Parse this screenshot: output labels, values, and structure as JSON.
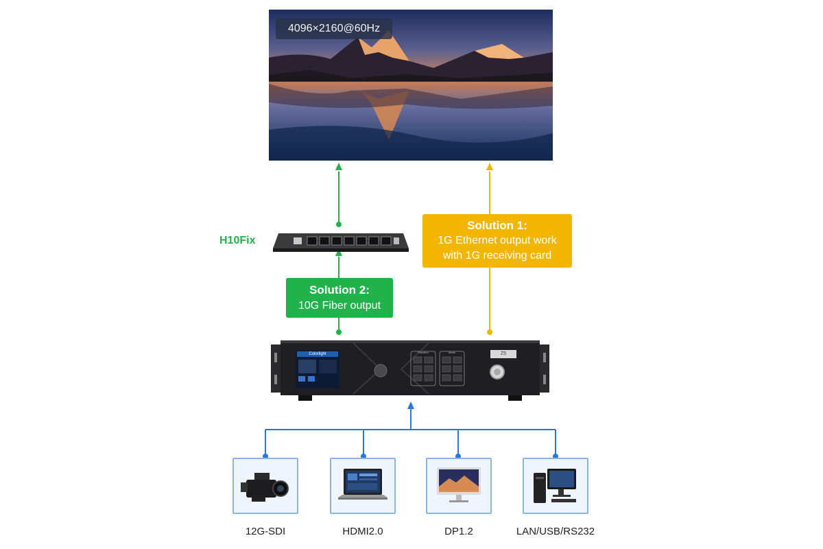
{
  "display": {
    "resolution": "4096×2160@60Hz"
  },
  "switch": {
    "name": "H10Fix"
  },
  "solutions": [
    {
      "title": "Solution 1:",
      "lines": [
        "1G Ethernet output work",
        "with 1G receiving card"
      ]
    },
    {
      "title": "Solution 2:",
      "lines": [
        "10G Fiber output"
      ]
    }
  ],
  "processor": {
    "brand": "Colorlight",
    "model": "Z5",
    "panel_labels": [
      "Function",
      "Mode"
    ]
  },
  "sources": [
    {
      "label": "12G-SDI",
      "icon": "camcorder-icon"
    },
    {
      "label": "HDMI2.0",
      "icon": "laptop-icon"
    },
    {
      "label": "DP1.2",
      "icon": "monitor-icon"
    },
    {
      "label": "LAN/USB/RS232",
      "icon": "desktop-pc-icon"
    }
  ],
  "colors": {
    "green": "#22b24c",
    "yellow": "#f2b600",
    "blue": "#2b78d6"
  }
}
